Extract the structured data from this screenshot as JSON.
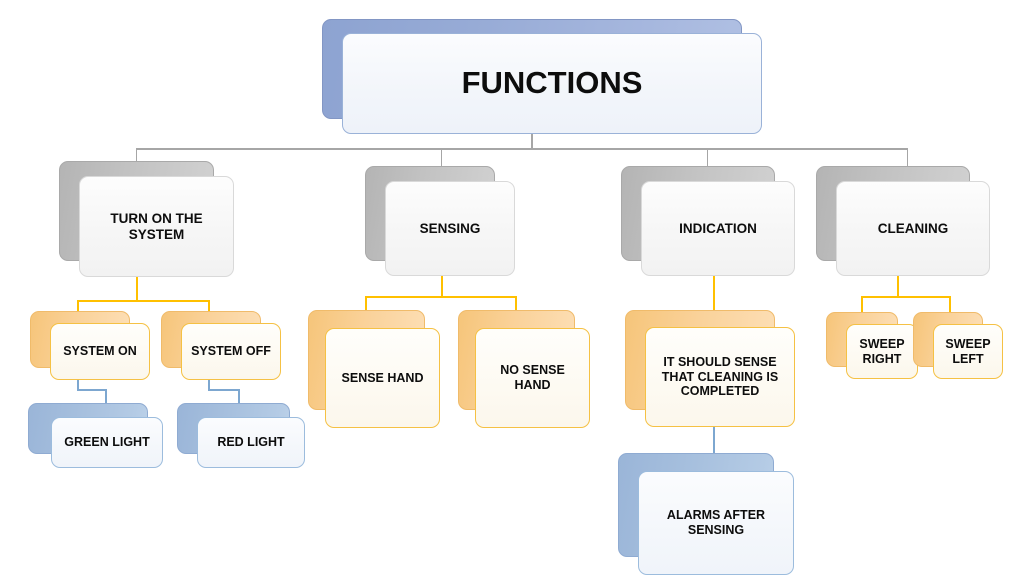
{
  "diagram": {
    "title": "FUNCTIONS",
    "type": "hierarchy-tree",
    "root": {
      "label": "FUNCTIONS",
      "style": "root-blue"
    },
    "level2": [
      {
        "label": "TURN ON THE SYSTEM",
        "style": "gray"
      },
      {
        "label": "SENSING",
        "style": "gray"
      },
      {
        "label": "INDICATION",
        "style": "gray"
      },
      {
        "label": "CLEANING",
        "style": "gray"
      }
    ],
    "level3": [
      {
        "label": "SYSTEM ON",
        "style": "orange",
        "parent": "TURN ON THE SYSTEM"
      },
      {
        "label": "SYSTEM OFF",
        "style": "orange",
        "parent": "TURN ON THE SYSTEM"
      },
      {
        "label": "SENSE HAND",
        "style": "orange",
        "parent": "SENSING"
      },
      {
        "label": "NO SENSE HAND",
        "style": "orange",
        "parent": "SENSING"
      },
      {
        "label": "IT SHOULD SENSE THAT CLEANING IS COMPLETED",
        "style": "orange",
        "parent": "INDICATION"
      },
      {
        "label": "SWEEP RIGHT",
        "style": "orange",
        "parent": "CLEANING"
      },
      {
        "label": "SWEEP LEFT",
        "style": "orange",
        "parent": "CLEANING"
      }
    ],
    "level4": [
      {
        "label": "GREEN LIGHT",
        "style": "blue",
        "parent": "SYSTEM ON"
      },
      {
        "label": "RED LIGHT",
        "style": "blue",
        "parent": "SYSTEM OFF"
      },
      {
        "label": "ALARMS AFTER SENSING",
        "style": "blue",
        "parent": "IT SHOULD SENSE THAT CLEANING IS COMPLETED"
      }
    ],
    "colors": {
      "root_shadow": "#97abd6",
      "gray_shadow": "#c2c2c2",
      "orange_shadow": "#fad29a",
      "blue_shadow": "#a7c0de",
      "connector_gray": "#a6a6a6",
      "connector_orange": "#ffc000",
      "connector_blue": "#7da7d0",
      "text": "#0d0d0d",
      "background": "#ffffff"
    }
  }
}
